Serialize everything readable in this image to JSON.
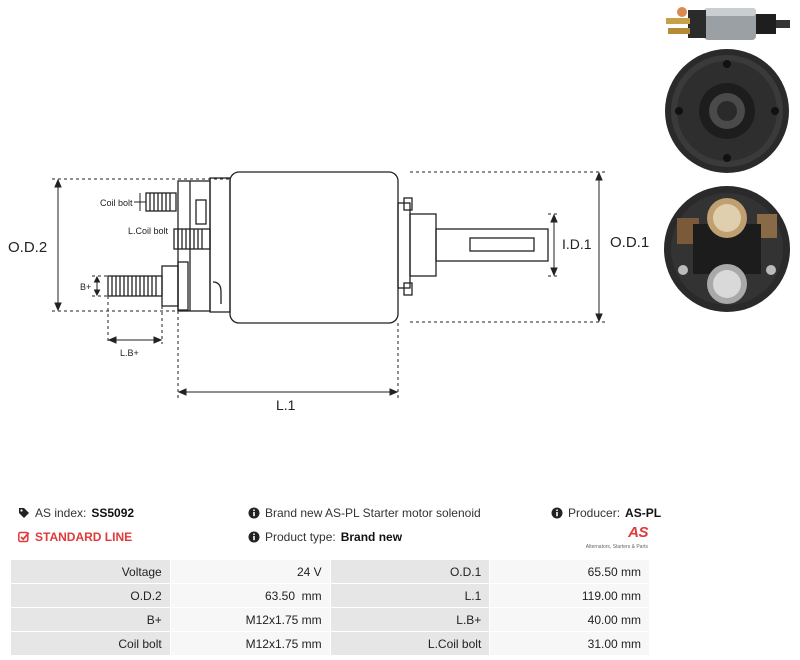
{
  "drawing": {
    "labels": {
      "od2": "O.D.2",
      "od1": "O.D.1",
      "id1": "I.D.1",
      "l1": "L.1",
      "coil_bolt": "Coil bolt",
      "l_coil_bolt": "L.Coil bolt",
      "b_plus": "B+",
      "l_b_plus": "L.B+"
    }
  },
  "photos": {
    "side_icon": "solenoid-side-photo",
    "back_icon": "solenoid-back-photo",
    "front_icon": "solenoid-terminal-photo"
  },
  "info": {
    "index_label": "AS index:",
    "index_value": "SS5092",
    "line_value": "STANDARD LINE",
    "description": "Brand new AS-PL Starter motor solenoid",
    "type_label": "Product type:",
    "type_value": "Brand new",
    "producer_label": "Producer:",
    "producer_value": "AS-PL"
  },
  "logo": {
    "brand": "AS",
    "tagline": "Alternators, Starters & Parts"
  },
  "specs": {
    "rows": [
      {
        "k1": "Voltage",
        "v1": "24 V",
        "k2": "O.D.1",
        "v2": "65.50 mm"
      },
      {
        "k1": "O.D.2",
        "v1": "63.50  mm",
        "k2": "L.1",
        "v2": "119.00 mm"
      },
      {
        "k1": "B+",
        "v1": "M12x1.75 mm",
        "k2": "L.B+",
        "v2": "40.00 mm"
      },
      {
        "k1": "Coil bolt",
        "v1": "M12x1.75 mm",
        "k2": "L.Coil bolt",
        "v2": "31.00 mm"
      }
    ]
  },
  "colors": {
    "accent_red": "#e03a3a",
    "key_cell": "#e6e6e6",
    "value_cell": "#f7f7f7"
  }
}
